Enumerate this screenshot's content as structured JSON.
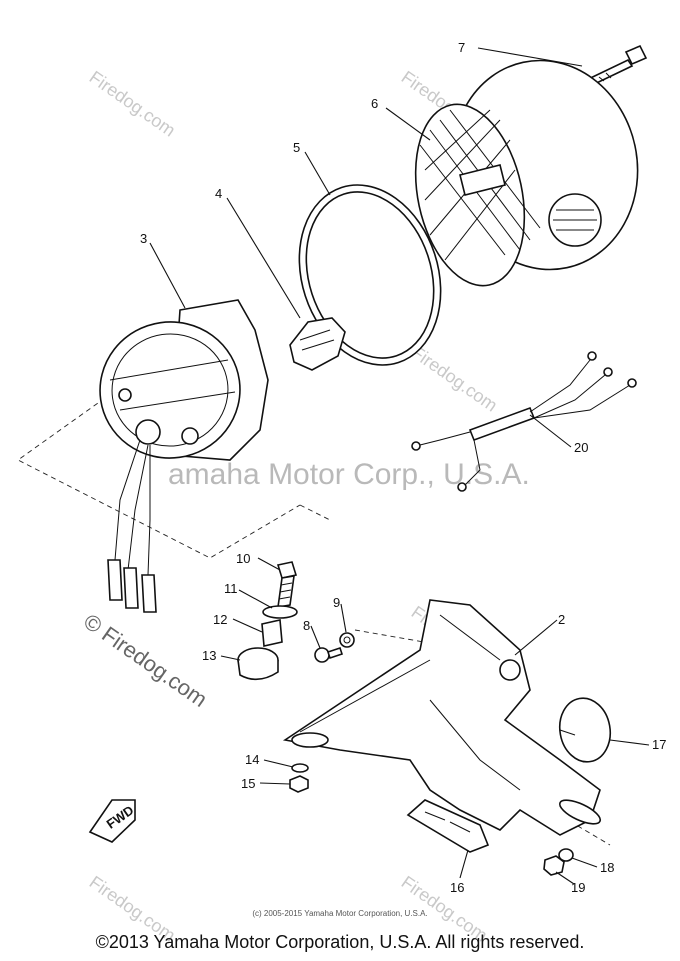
{
  "diagram": {
    "watermark_text": "Firedog.com",
    "center_watermark": "amaha Motor Corp., U.S.A.",
    "logo_watermark": "© Firedog.com",
    "fwd_label": "FWD",
    "callouts": [
      "7",
      "6",
      "5",
      "4",
      "3",
      "20",
      "10",
      "11",
      "12",
      "13",
      "9",
      "8",
      "2",
      "14",
      "15",
      "17",
      "16",
      "18",
      "19"
    ],
    "small_copyright": "(c) 2005-2015 Yamaha Motor Corporation, U.S.A.",
    "footer_copyright": "©2013 Yamaha Motor Corporation, U.S.A. All rights reserved."
  }
}
